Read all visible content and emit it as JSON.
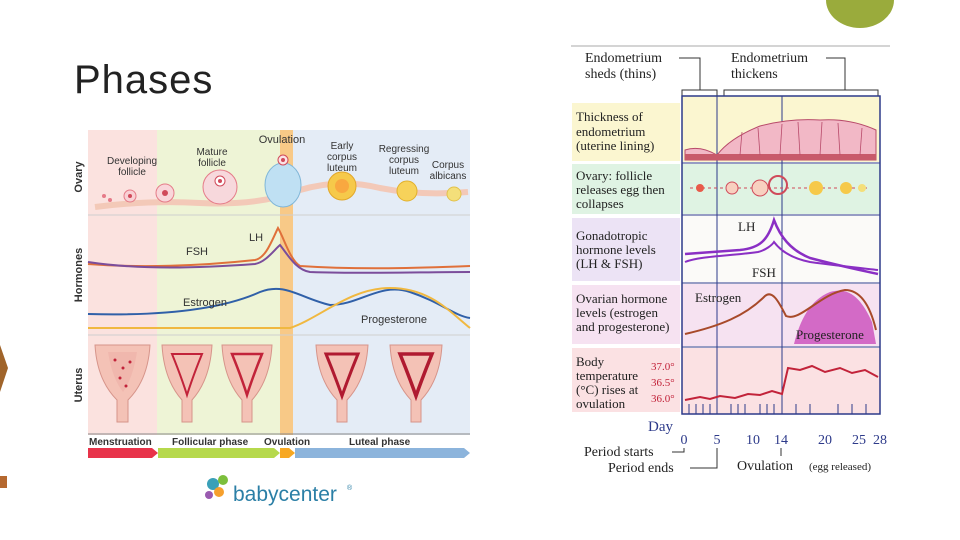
{
  "slide": {
    "title": "Phases"
  },
  "left": {
    "row_labels": [
      "Ovary",
      "Hormones",
      "Uterus"
    ],
    "ovary_labels": {
      "developing": [
        "Developing",
        "follicle"
      ],
      "mature": [
        "Mature",
        "follicle"
      ],
      "ovulation": "Ovulation",
      "early": [
        "Early",
        "corpus",
        "luteum"
      ],
      "regressing": [
        "Regressing",
        "corpus",
        "luteum"
      ],
      "albicans": [
        "Corpus",
        "albicans"
      ]
    },
    "hormones": {
      "lh": "LH",
      "fsh": "FSH",
      "estrogen": "Estrogen",
      "progesterone": "Progesterone"
    },
    "phases": [
      "Menstruation",
      "Follicular phase",
      "Ovulation",
      "Luteal phase"
    ],
    "colors": {
      "menstruation": "#e8334a",
      "follicular": "#b6d94c",
      "ovulation": "#f7a823",
      "luteal": "#8cb4dc"
    }
  },
  "logo": {
    "text": "babycenter",
    "registered": "®"
  },
  "right": {
    "top": {
      "sheds": [
        "Endometrium",
        "sheds (thins)"
      ],
      "thickens": [
        "Endometrium",
        "thickens"
      ]
    },
    "rows": [
      [
        "Thickness of",
        "endometrium",
        "(uterine lining)"
      ],
      [
        "Ovary: follicle",
        "releases egg then",
        "collapses"
      ],
      [
        "Gonadotropic",
        "hormone levels",
        "(LH & FSH)"
      ],
      [
        "Ovarian hormone",
        "levels (estrogen",
        "and progesterone)"
      ],
      [
        "Body",
        "temperature",
        "(°C) rises at",
        "ovulation"
      ]
    ],
    "curve_labels": {
      "lh": "LH",
      "fsh": "FSH",
      "estrogen": "Estrogen",
      "progesterone": "Progesterone"
    },
    "temps": [
      "37.0°",
      "36.5°",
      "36.0°"
    ],
    "day_label": "Day",
    "day_ticks": [
      "0",
      "5",
      "10",
      "14",
      "20",
      "25",
      "28"
    ],
    "bottom": {
      "starts": "Period starts",
      "ends": "Period ends",
      "ovulation": "Ovulation",
      "egg": "(egg released)"
    }
  }
}
